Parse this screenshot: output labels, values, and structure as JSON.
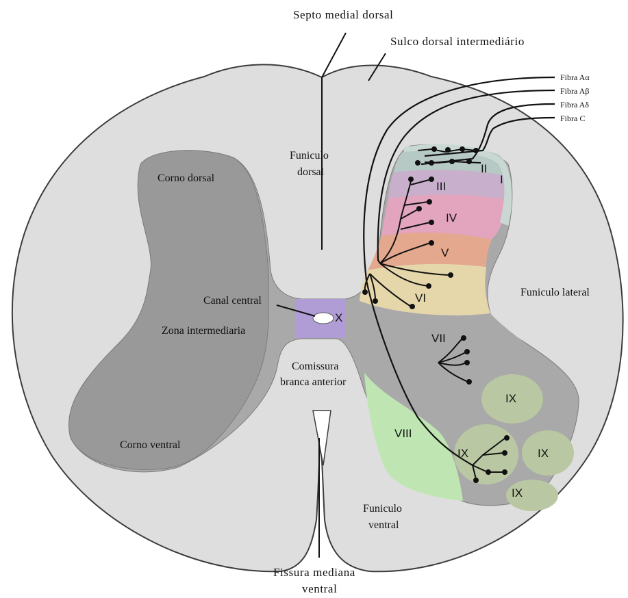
{
  "labels": {
    "septo_medial_dorsal": "Septo medial dorsal",
    "sulco_dorsal": "Sulco dorsal intermediário",
    "funiculo_dorsal_1": "Funiculo",
    "funiculo_dorsal_2": "dorsal",
    "corno_dorsal": "Corno dorsal",
    "canal_central": "Canal central",
    "zona_intermediaria": "Zona intermediaria",
    "funiculo_lateral": "Funiculo lateral",
    "comissura_1": "Comissura",
    "comissura_2": "branca anterior",
    "corno_ventral": "Corno ventral",
    "funiculo_ventral_1": "Funiculo",
    "funiculo_ventral_2": "ventral",
    "fissura_1": "Fissura mediana",
    "fissura_2": "ventral"
  },
  "fibers": {
    "a_alpha": "Fibra Aα",
    "a_beta": "Fibra Aβ",
    "a_delta": "Fibra Aδ",
    "c": "Fibra C"
  },
  "laminae": {
    "i": "I",
    "ii": "II",
    "iii": "III",
    "iv": "IV",
    "v": "V",
    "vi": "VI",
    "vii": "VII",
    "viii": "VIII",
    "ix": "IX",
    "x": "X"
  },
  "colors": {
    "white_matter": "#dedede",
    "grey_matter": "#a9a9a9",
    "lamina_i": "#c9d8d3",
    "lamina_ii": "#b7c9c4",
    "lamina_iii": "#c8b0cd",
    "lamina_iv": "#e2a5bd",
    "lamina_v": "#e4a88f",
    "lamina_vi": "#e6d7ab",
    "lamina_viii": "#bfe6b2",
    "lamina_ix": "#b9c8a2",
    "lamina_x": "#b19dd6"
  }
}
